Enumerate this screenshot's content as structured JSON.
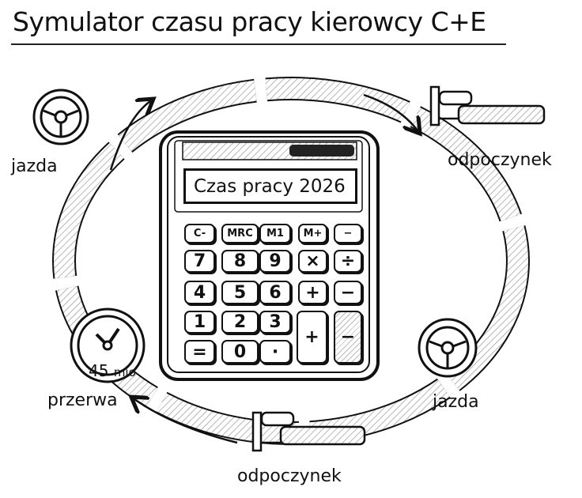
{
  "title": "Symulator czasu pracy kierowcy C+E",
  "calculator": {
    "display_text": "Czas pracy 2026",
    "keys": [
      [
        "C-",
        "MRC",
        "M1",
        "M+",
        "−"
      ],
      [
        "7",
        "8",
        "9",
        "×",
        "÷"
      ],
      [
        "4",
        "5",
        "6",
        "+",
        "−"
      ],
      [
        "1",
        "2",
        "3"
      ],
      [
        "=",
        "0",
        "·"
      ]
    ],
    "big_plus": "+",
    "big_minus": "−"
  },
  "cycle": {
    "step1": "jazda",
    "step2": "odpoczynek",
    "step3": "jazda",
    "step4": "odpoczynek",
    "step5": "przerwa",
    "break_value": "45",
    "break_unit": "mio"
  },
  "icons": [
    "steering-wheel-icon",
    "bed-icon",
    "steering-wheel-icon",
    "bed-icon",
    "clock-icon"
  ]
}
